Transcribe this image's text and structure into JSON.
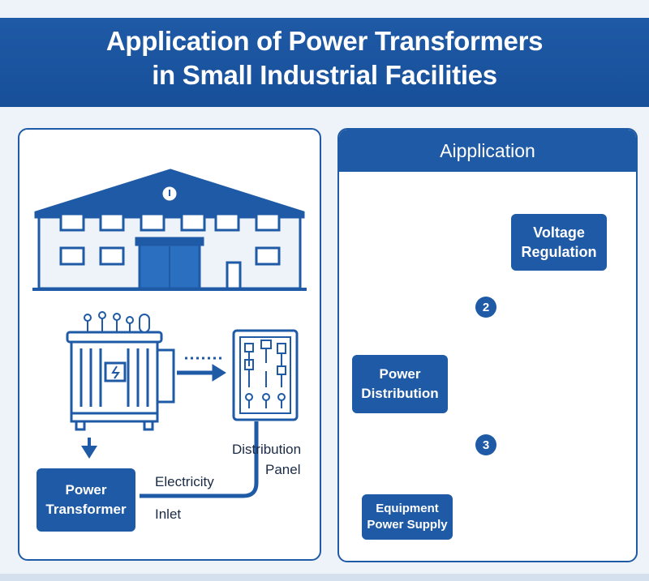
{
  "header": {
    "title_line1": "Application of Power Transformers",
    "title_line2": "in Small Industrial Facilities"
  },
  "left_panel": {
    "boxes": {
      "power_transformer": [
        "Power",
        "Transformer"
      ]
    },
    "labels": {
      "electricity": "Electricity",
      "inlet": "Inlet",
      "distribution": "Distribution",
      "panel": "Panel"
    }
  },
  "right_panel": {
    "header": "Aipplication",
    "boxes": {
      "voltage_regulation": [
        "Voltage",
        "Regulation"
      ],
      "power_distribution": [
        "Power",
        "Distribution"
      ],
      "equipment_power_supply": [
        "Equipment",
        "Power Supply"
      ]
    },
    "steps": {
      "two": "2",
      "three": "3"
    }
  },
  "colors": {
    "brand_blue": "#1f5aa6",
    "line_orange": "#d8823a",
    "text_dark": "#1a2a44"
  },
  "icons": [
    "factory-icon",
    "transformer-icon",
    "distribution-panel-icon",
    "gauge-icon",
    "cable-connector-icon",
    "server-unit-icon",
    "industrial-machine-icon"
  ]
}
